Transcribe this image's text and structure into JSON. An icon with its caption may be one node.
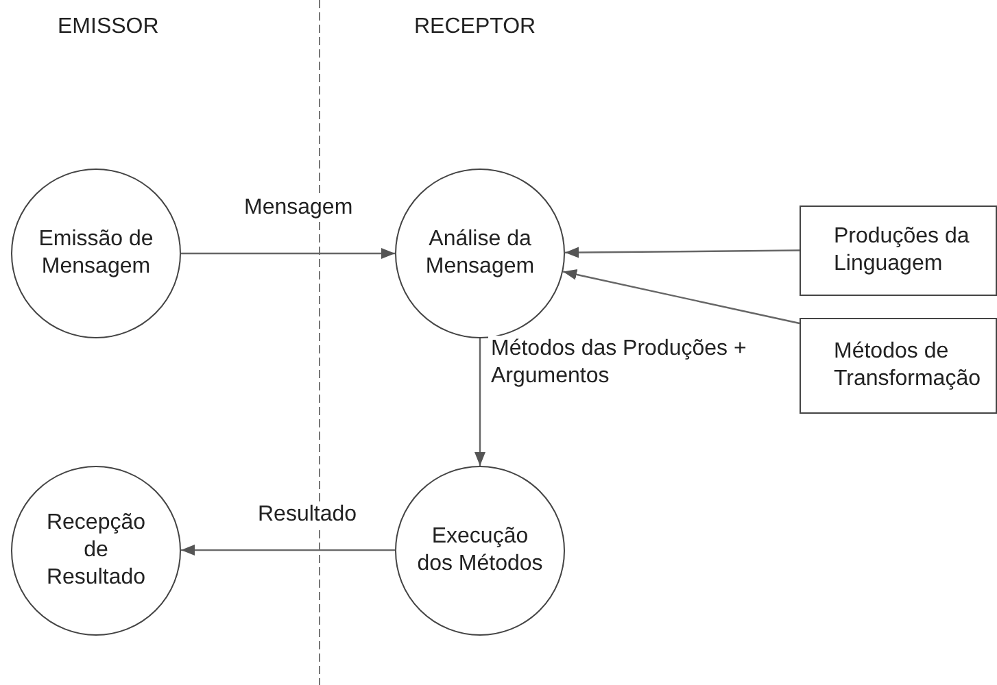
{
  "diagram": {
    "nodes": [
      {
        "text": [
          "Emissão de Mensagem"
        ]
      },
      {
        "text": [
          "Análise da Mensagem"
        ]
      },
      {
        "text": [
          "Produções da Linguagem"
        ]
      },
      {
        "text": [
          "Métodos de Transformação"
        ]
      },
      {
        "text": [
          "Recepção de Resultado"
        ]
      },
      {
        "text": [
          "Execução dos Métodos"
        ]
      }
    ],
    "edges": [
      {
        "from": 0,
        "to": 1,
        "arrow": "to",
        "label": "Mensagem"
      },
      {
        "from": 2,
        "to": 1,
        "arrow": "to"
      },
      {
        "from": 3,
        "to": 1,
        "arrow": "to"
      },
      {
        "from": 1,
        "to": 5,
        "arrow": "to",
        "label": "Métodos das Produções + Argumentos"
      },
      {
        "from": 5,
        "to": 4,
        "arrow": "to",
        "label": "Resultado"
      }
    ],
    "labels": [
      "EMISSOR",
      "RECEPTOR"
    ]
  }
}
